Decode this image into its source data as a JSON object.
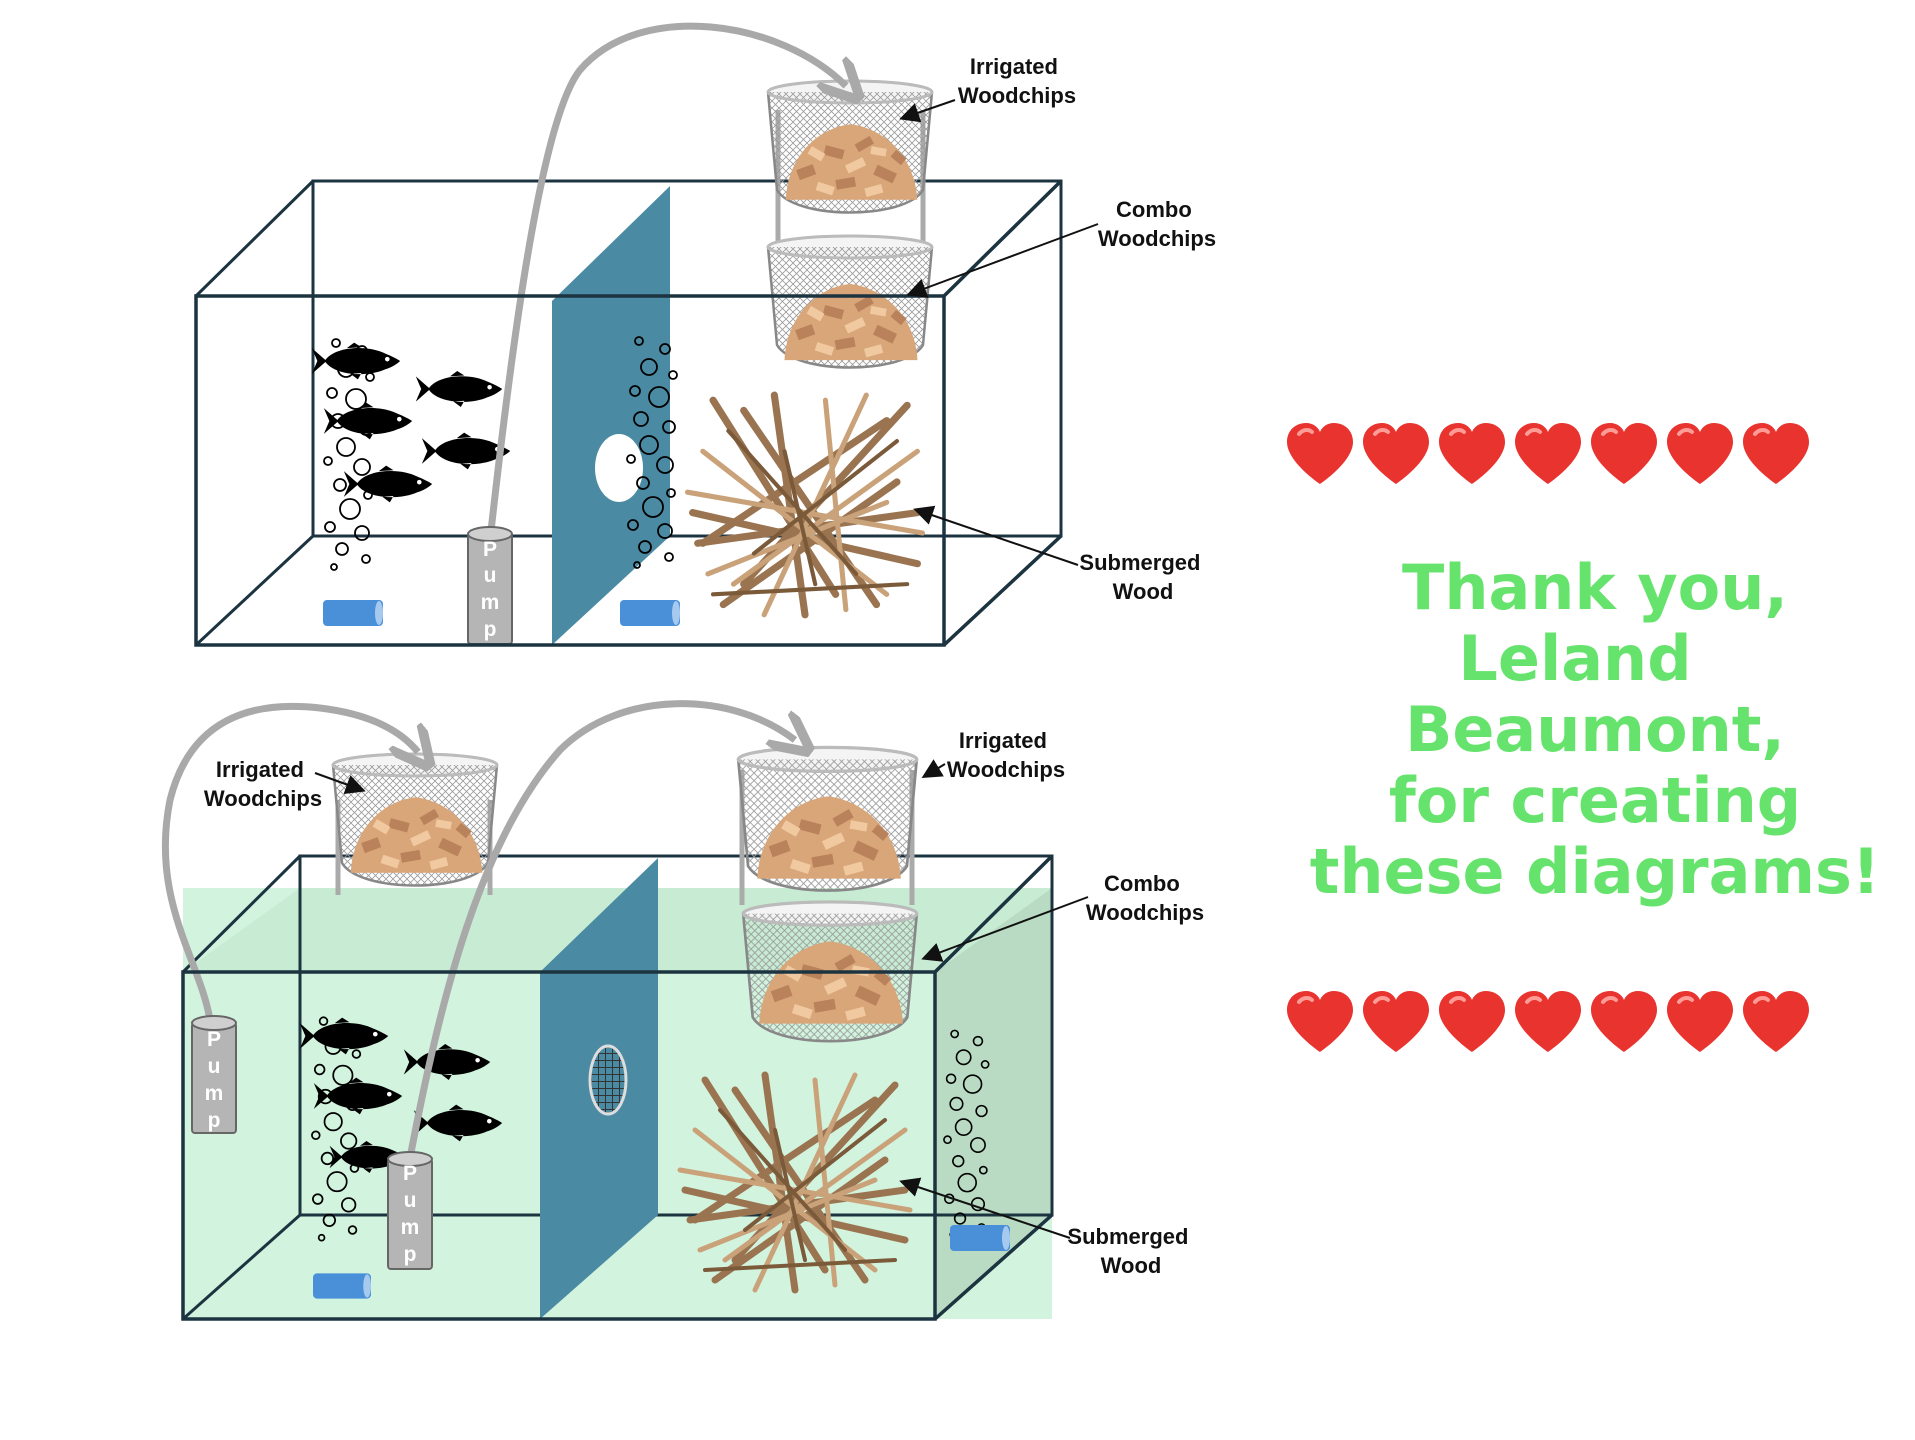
{
  "diagram_top": {
    "labels": {
      "irrigated": [
        "Irrigated",
        "Woodchips"
      ],
      "combo": [
        "Combo",
        "Woodchips"
      ],
      "submerged": [
        "Submerged",
        "Wood"
      ]
    },
    "pump_label": "Pump"
  },
  "diagram_bottom": {
    "labels": {
      "irrigated_left": [
        "Irrigated",
        "Woodchips"
      ],
      "irrigated_right": [
        "Irrigated",
        "Woodchips"
      ],
      "combo": [
        "Combo",
        "Woodchips"
      ],
      "submerged": [
        "Submerged",
        "Wood"
      ]
    },
    "pump_label": "Pump"
  },
  "thanks": {
    "lines": [
      "Thank you,",
      "Leland",
      "Beaumont,",
      "for creating",
      "these diagrams!"
    ],
    "color": "#66e36c"
  },
  "hearts": {
    "top_count": 7,
    "bottom_count": 7,
    "color": "#e8332e"
  },
  "colors": {
    "tank_frame": "#1c3340",
    "divider": "#4b8aa3",
    "water": "#d2f3de",
    "pipe": "#a9a9a9",
    "airstone": "#4a90d9",
    "wood": "#9a7450",
    "chips": "#d9a679"
  }
}
